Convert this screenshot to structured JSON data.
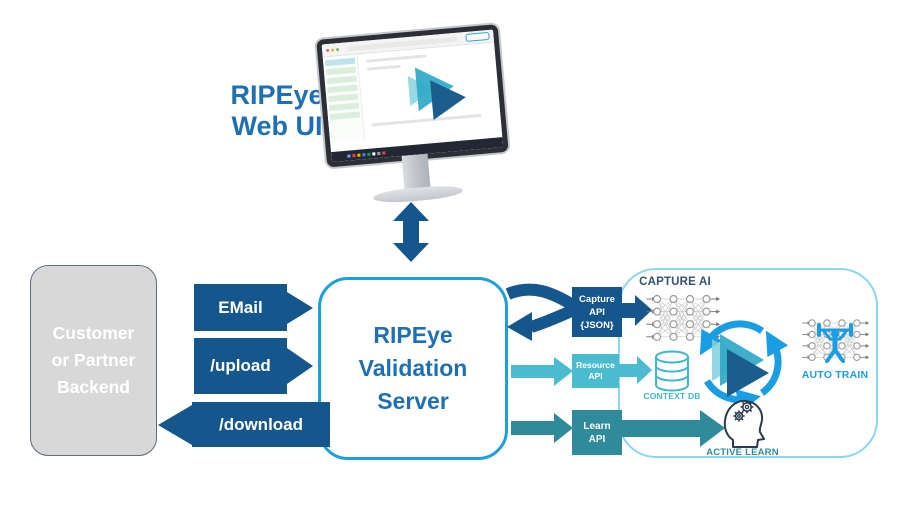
{
  "title": {
    "line1": "RIPEye",
    "line2": "Web UI"
  },
  "server": {
    "line1": "RIPEye",
    "line2": "Validation",
    "line3": "Server"
  },
  "backend": {
    "line1": "Customer",
    "line2": "or Partner",
    "line3": "Backend"
  },
  "channels": [
    {
      "label": "EMail",
      "direction": "to-server"
    },
    {
      "label": "/upload",
      "direction": "to-server"
    },
    {
      "label": "/download",
      "direction": "to-backend"
    }
  ],
  "apis": [
    {
      "line1": "Capture",
      "line2": "API",
      "line3": "{JSON}"
    },
    {
      "line1": "Resource",
      "line2": "API"
    },
    {
      "line1": "Learn",
      "line2": "API"
    }
  ],
  "cluster": {
    "capture_ai": "CAPTURE AI",
    "auto_train": "AUTO TRAIN",
    "context_db": "CONTEXT DB",
    "active_learn": "ACTIVE LEARN"
  },
  "colors": {
    "dark_blue": "#15568C",
    "title_blue": "#1F6FB4",
    "server_border": "#1BA0DC",
    "cluster_border": "#8BD6F3",
    "teal": "#4BBBCF",
    "dark_teal": "#2F8A99",
    "bright_blue": "#1B9DE3",
    "capture_ai_label": "#33536F",
    "context_db_label": "#3FB6CB",
    "backend_fill": "#D8D8D8",
    "logo_teal": "#2FA9C8",
    "logo_dark": "#1B5E8E"
  }
}
